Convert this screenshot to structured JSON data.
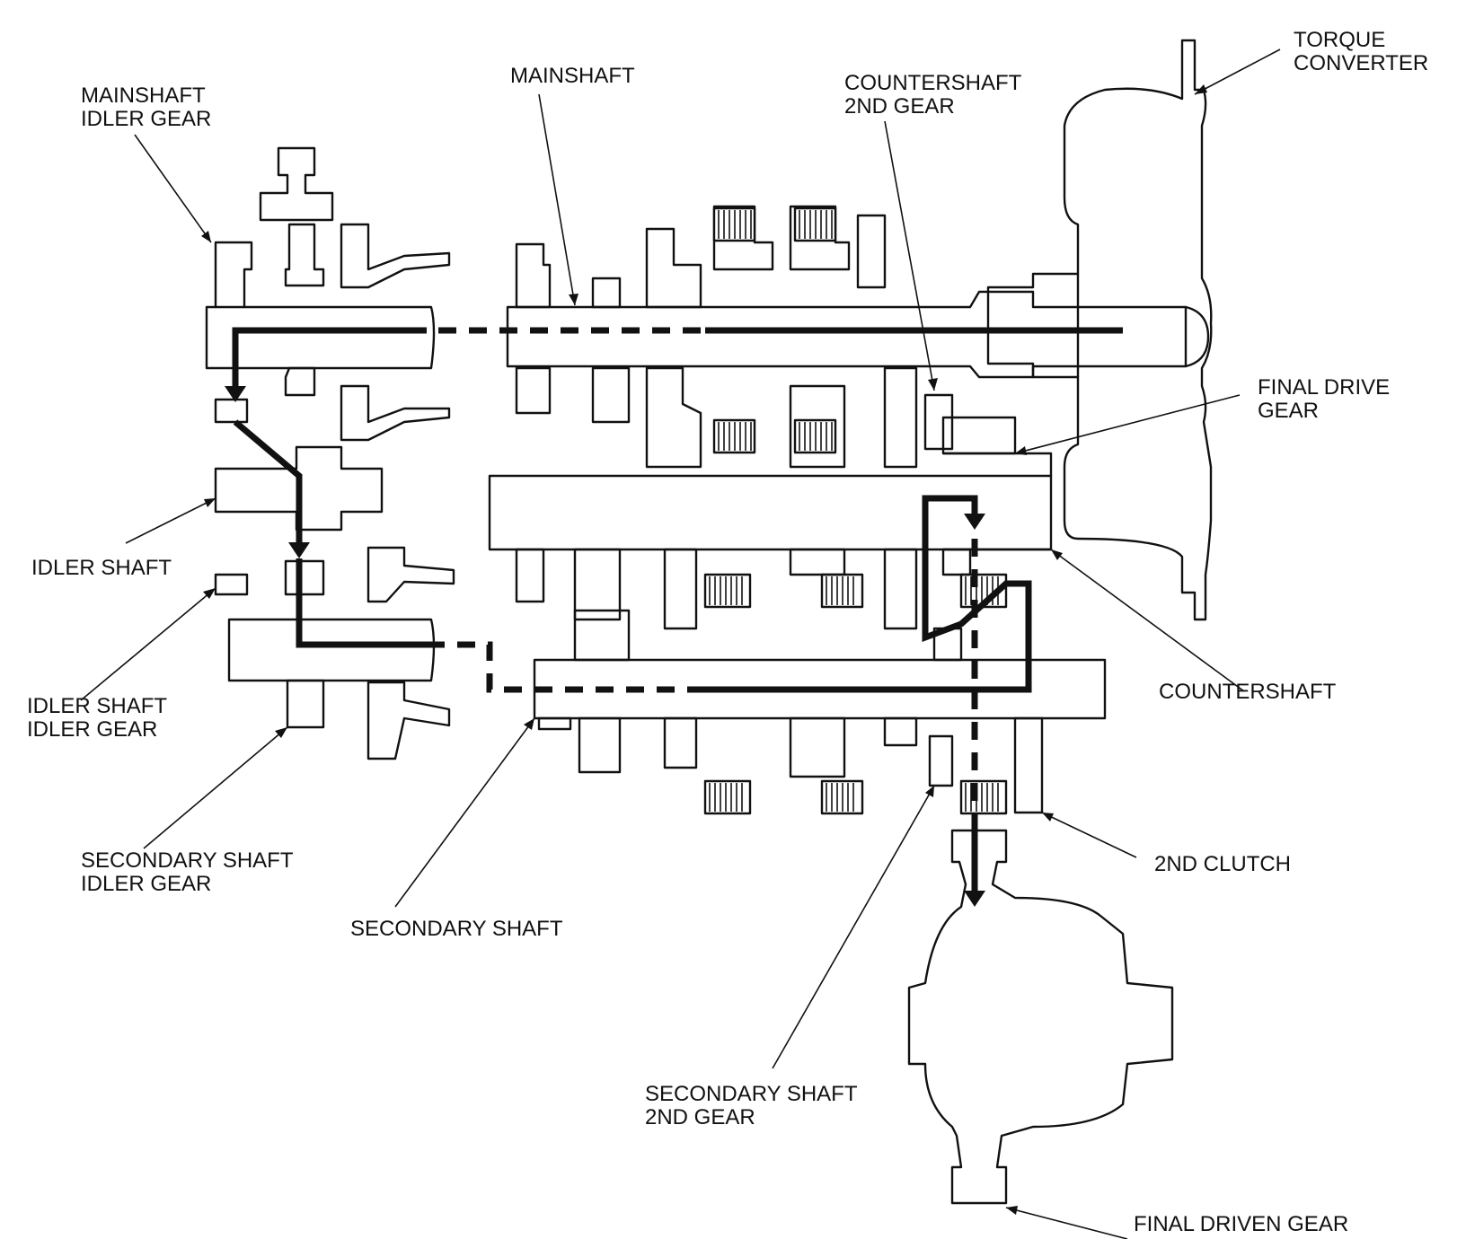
{
  "labels": {
    "torque_converter": [
      "TORQUE",
      "CONVERTER"
    ],
    "mainshaft": [
      "MAINSHAFT"
    ],
    "countershaft_2nd_gear": [
      "COUNTERSHAFT",
      "2ND GEAR"
    ],
    "mainshaft_idler_gear": [
      "MAINSHAFT",
      "IDLER GEAR"
    ],
    "final_drive_gear": [
      "FINAL DRIVE",
      "GEAR"
    ],
    "idler_shaft": [
      "IDLER SHAFT"
    ],
    "idler_shaft_idler_gear": [
      "IDLER SHAFT",
      "IDLER GEAR"
    ],
    "countershaft": [
      "COUNTERSHAFT"
    ],
    "secondary_shaft_idler_gear": [
      "SECONDARY SHAFT",
      "IDLER GEAR"
    ],
    "second_clutch": [
      "2ND CLUTCH"
    ],
    "secondary_shaft": [
      "SECONDARY SHAFT"
    ],
    "secondary_shaft_2nd_gear": [
      "SECONDARY SHAFT",
      "2ND GEAR"
    ],
    "final_driven_gear": [
      "FINAL DRIVEN GEAR"
    ]
  },
  "colors": {
    "line": "#111111",
    "background": "#ffffff"
  }
}
